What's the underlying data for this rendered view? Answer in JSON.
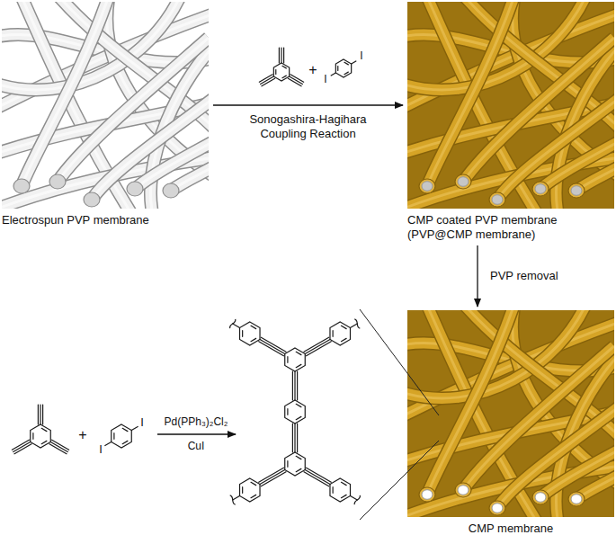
{
  "diagram": {
    "nodes": [
      {
        "text": [
          "Electrospun PVP membrane"
        ]
      },
      {
        "text": [
          "CMP coated PVP membrane (PVP@CMP membrane)"
        ]
      },
      {
        "text": [
          "CMP membrane"
        ]
      }
    ],
    "edges": [
      {
        "from": 0,
        "to": 1,
        "arrow": "to",
        "label": "Sonogashira-Hagihara Coupling Reaction"
      },
      {
        "from": 1,
        "to": 2,
        "arrow": "to",
        "label": "PVP removal"
      }
    ],
    "labels": [
      "+",
      "I",
      "I",
      "+",
      "I",
      "I",
      "Pd(PPh₃)₂Cl₂",
      "CuI"
    ]
  }
}
